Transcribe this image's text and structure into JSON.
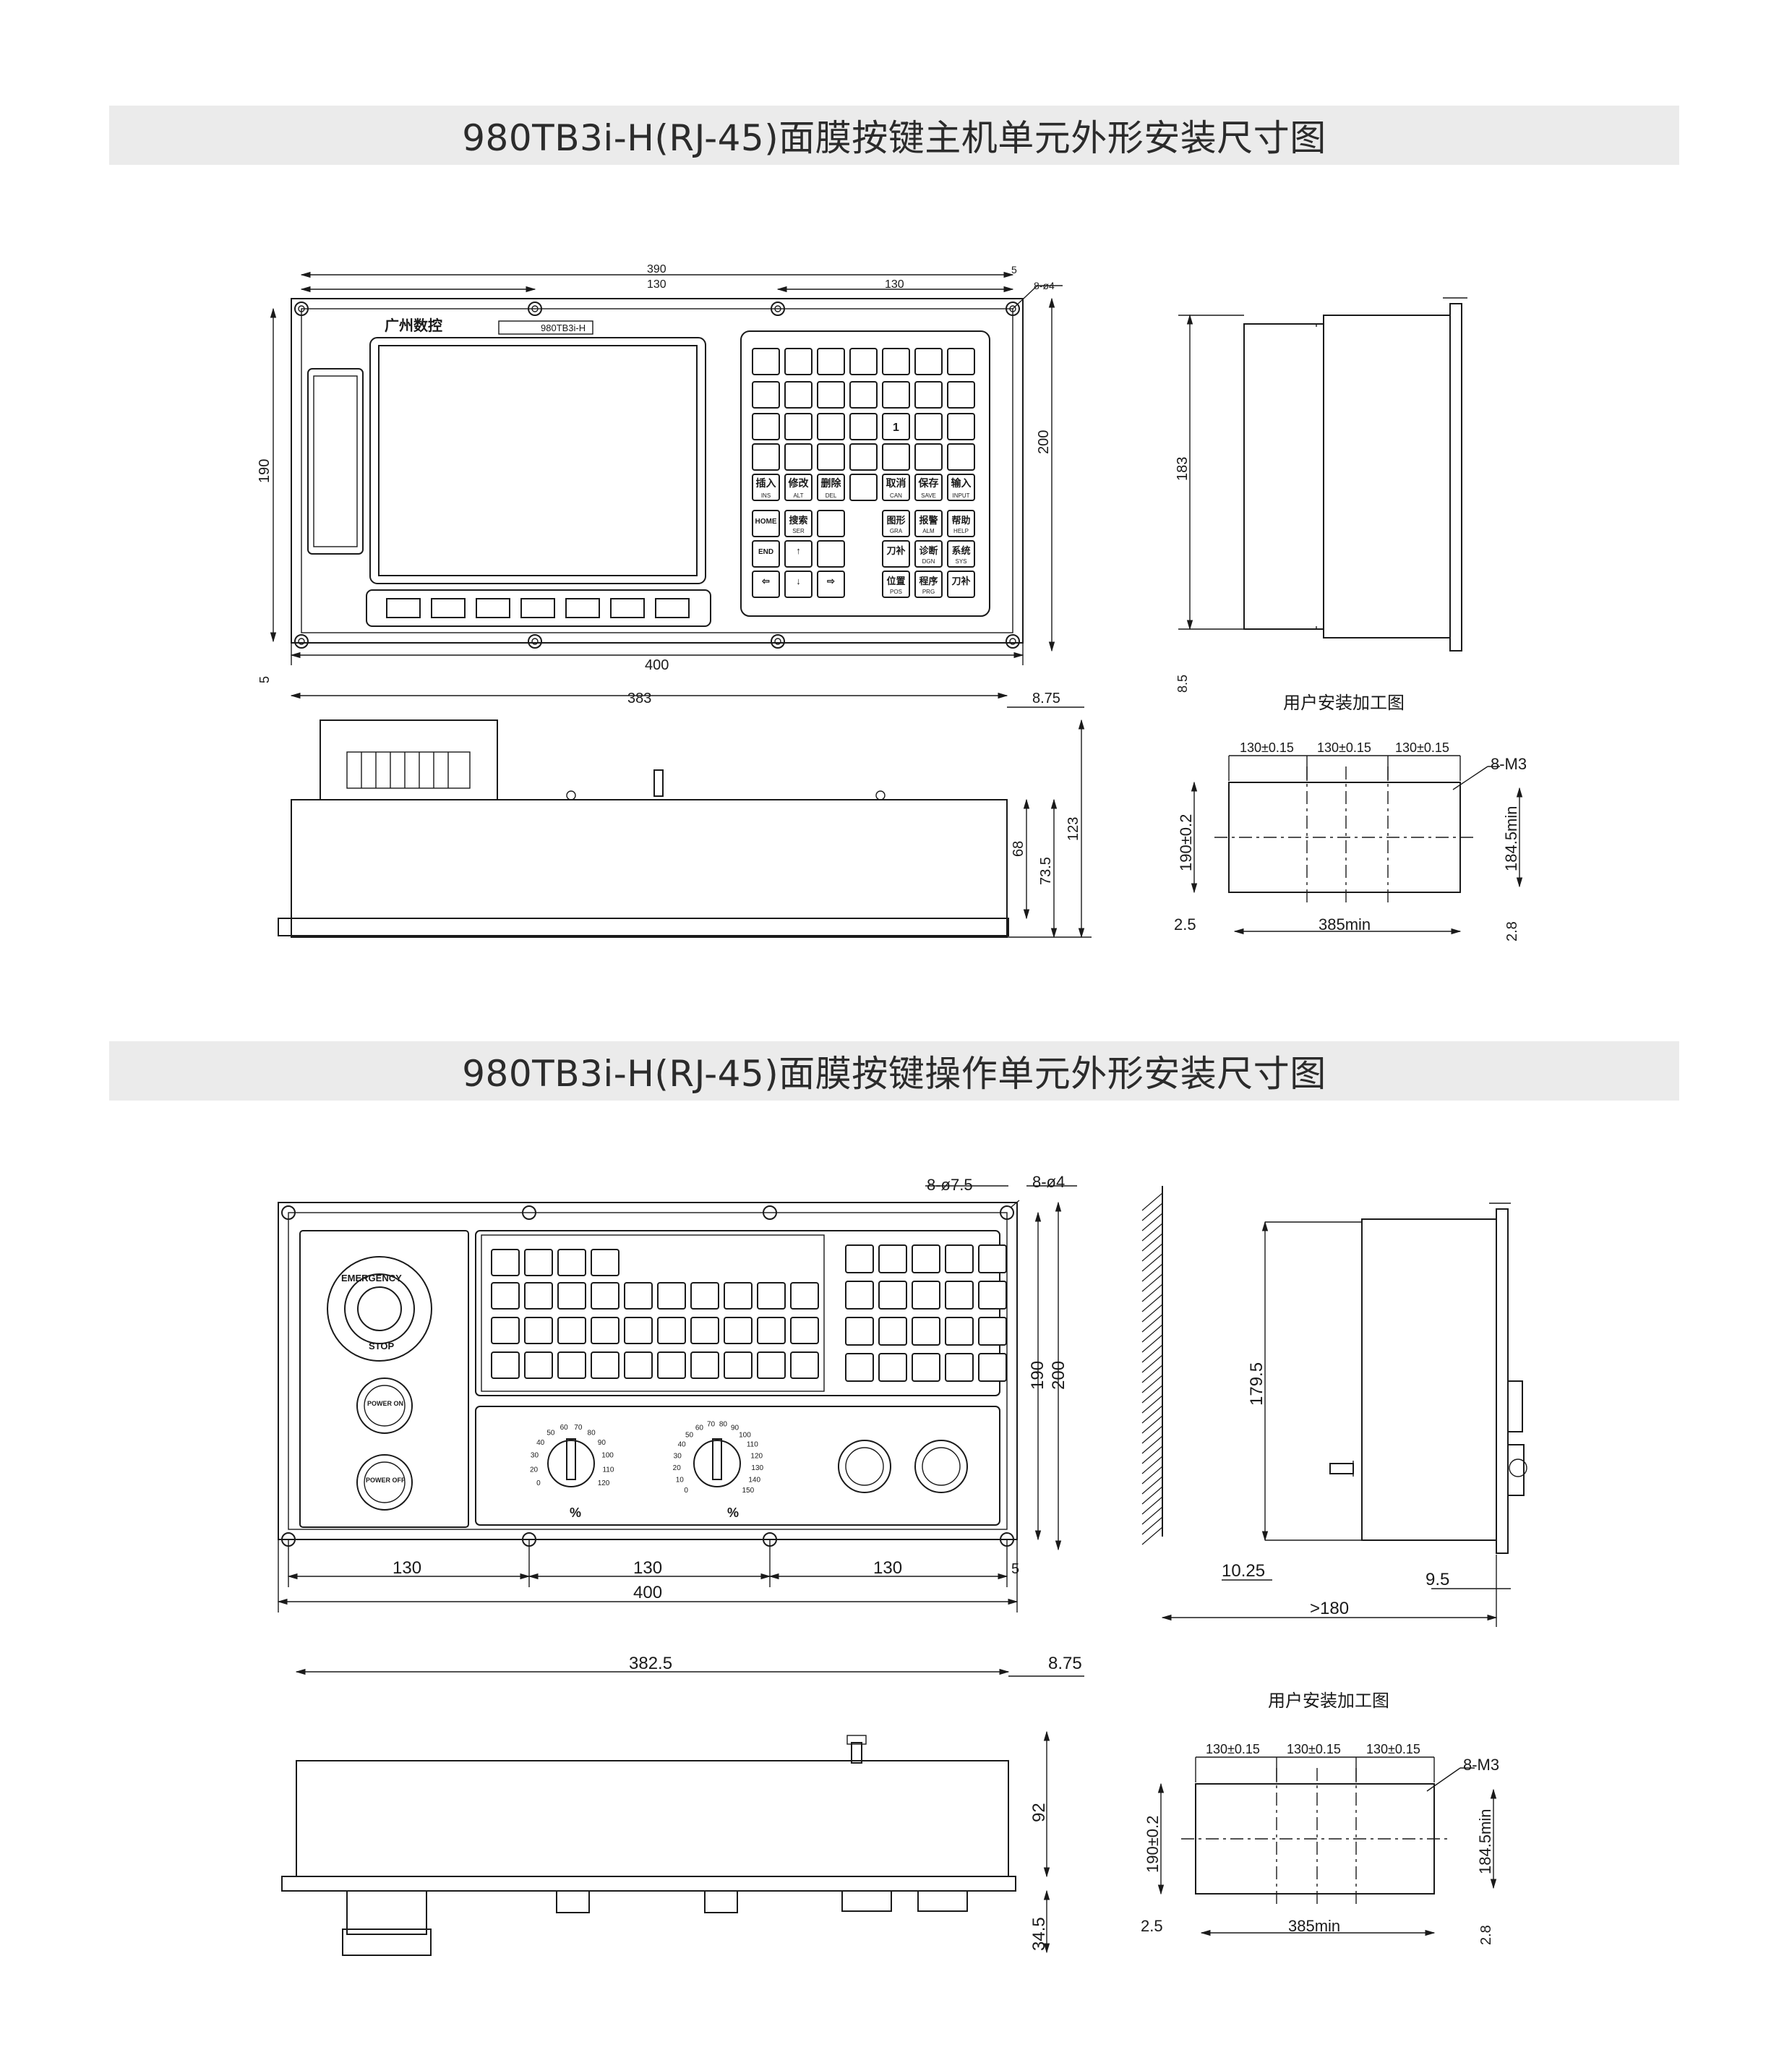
{
  "section1": {
    "title": "980TB3i-H(RJ-45)面膜按键主机单元外形安装尺寸图",
    "front": {
      "brand_label": "广州数控",
      "model_label": "980TB3i-H",
      "dims": {
        "top_total": "390",
        "left_span": "130",
        "right_span": "130",
        "edge": "5",
        "hole": "8-ø4",
        "height_left": "190",
        "height_right": "200",
        "width_bottom": "400",
        "bottom_edge": "5"
      },
      "keypad_rows": [
        [
          "",
          "",
          "",
          "",
          "",
          "",
          ""
        ],
        [
          "",
          "",
          "",
          "",
          "",
          "",
          ""
        ],
        [
          "",
          "",
          "",
          "",
          "1",
          "",
          ""
        ],
        [
          "",
          "",
          "",
          "",
          "",
          "",
          ""
        ],
        [
          "插入",
          "修改",
          "删除",
          "",
          "取消",
          "保存",
          "输入"
        ]
      ],
      "keypad_sub_rows": [
        [
          "INS",
          "ALT",
          "DEL",
          "",
          "CAN",
          "SAVE",
          "INPUT"
        ]
      ],
      "nav_keys": [
        [
          "HOME",
          "搜索",
          "",
          "",
          "图形",
          "报警",
          "帮助"
        ],
        [
          "END",
          "↑",
          "",
          "",
          "刀补",
          "诊断",
          "系统"
        ],
        [
          "⇦",
          "↓",
          "⇨",
          "",
          "位置",
          "程序",
          "刀补"
        ]
      ],
      "nav_sub_keys": [
        [
          "",
          "SER",
          "",
          "",
          "GRA",
          "ALM",
          "HELP"
        ],
        [
          "",
          "",
          "",
          "",
          "",
          "DGN",
          "SYS"
        ],
        [
          "",
          "",
          "",
          "",
          "POS",
          "PRG",
          ""
        ]
      ]
    },
    "side": {
      "height": "183",
      "bottom": "8.5"
    },
    "bottom_view": {
      "length": "383",
      "overhang": "8.75",
      "h1": "68",
      "h2": "73.5",
      "h3": "123"
    },
    "cutout": {
      "title": "用户安装加工图",
      "spans": [
        "130±0.15",
        "130±0.15",
        "130±0.15"
      ],
      "holes": "8-M3",
      "height": "190±0.2",
      "height_min": "184.5min",
      "width_min": "385min",
      "left_gap": "2.5",
      "bottom_gap": "2.8"
    }
  },
  "section2": {
    "title": "980TB3i-H(RJ-45)面膜按键操作单元外形安装尺寸图",
    "front": {
      "emergency_label": "EMERGENCY",
      "stop_label": "STOP",
      "power_on_label": "POWER ON",
      "power_off_label": "POWER OFF",
      "feed_dial": [
        "0",
        "20",
        "30",
        "40",
        "50",
        "60",
        "70",
        "80",
        "90",
        "100",
        "110",
        "120"
      ],
      "spindle_dial": [
        "0",
        "10",
        "20",
        "30",
        "40",
        "50",
        "60",
        "70",
        "80",
        "90",
        "100",
        "110",
        "120",
        "130",
        "140",
        "150"
      ],
      "feed_label": "%",
      "spindle_label": "%",
      "dims": {
        "hole_big": "8-ø7.5",
        "hole_small": "8-ø4",
        "span1": "130",
        "span2": "130",
        "span3": "130",
        "edge": "5",
        "width": "400",
        "h1": "190",
        "h2": "200"
      }
    },
    "side": {
      "height": "179.5",
      "left_gap": "10.25",
      "right_gap": "9.5",
      "depth": ">180"
    },
    "bottom_view": {
      "length": "382.5",
      "overhang": "8.75",
      "h1": "92",
      "h2": "34.5"
    },
    "cutout": {
      "title": "用户安装加工图",
      "spans": [
        "130±0.15",
        "130±0.15",
        "130±0.15"
      ],
      "holes": "8-M3",
      "height": "190±0.2",
      "height_min": "184.5min",
      "width_min": "385min",
      "left_gap": "2.5",
      "bottom_gap": "2.8"
    }
  }
}
